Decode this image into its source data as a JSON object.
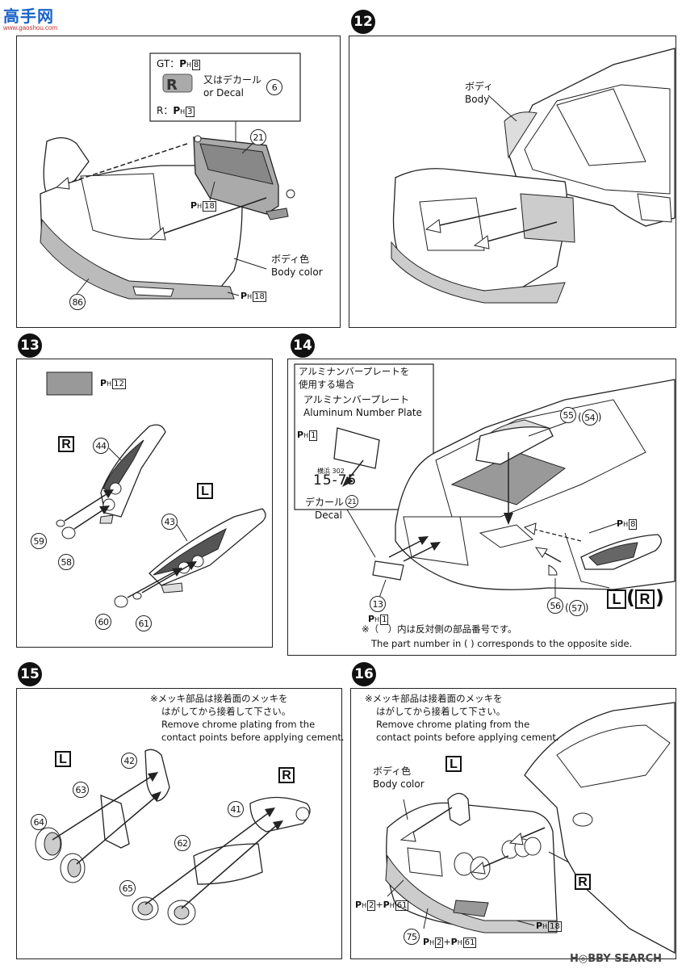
{
  "watermark": {
    "top": "高手网",
    "sub": "www.gaoshou.com"
  },
  "footer_watermark": "H◎BBY SEARCH",
  "step11": {
    "gt_label": "GT：",
    "gt_num": "8",
    "r_label": "R：",
    "r_num": "3",
    "or_decal_jp": "又はデカール",
    "or_decal_en": "or    Decal",
    "decal_num": "6",
    "part_21": "21",
    "ph18a": "18",
    "body_color_jp": "ボディ色",
    "body_color_en": "Body color",
    "part_86": "86",
    "ph18b": "18"
  },
  "step12": {
    "num": "12",
    "body_jp": "ボディ",
    "body_en": "Body"
  },
  "step13": {
    "num": "13",
    "ph12": "12",
    "R": "R",
    "L": "L",
    "p44": "44",
    "p43": "43",
    "p59": "59",
    "p58": "58",
    "p60": "60",
    "p61": "61"
  },
  "step14": {
    "num": "14",
    "box_title_1": "アルミナンバープレートを",
    "box_title_2": "使用する場合",
    "alu_jp": "アルミナンバープレート",
    "alu_en": "Aluminum Number Plate",
    "ph1a": "1",
    "plate_small": "横浜 302",
    "plate_big": "15-75",
    "decal_jp": "デカール",
    "decal_en": "Decal",
    "decal_num": "21",
    "p55": "55",
    "p54": "54",
    "ph8": "8",
    "p13": "13",
    "ph1b": "1",
    "p56": "56",
    "p57": "57",
    "LR_L": "L",
    "LR_R": "R",
    "note_jp": "※（　）内は反対側の部品番号です。",
    "note_en": "The part number in  (    )  corresponds to the opposite side."
  },
  "step15": {
    "num": "15",
    "note_jp1": "※メッキ部品は接着面のメッキを",
    "note_jp2": "はがしてから接着して下さい。",
    "note_en1": "Remove chrome plating from the",
    "note_en2": "contact points before applying cement.",
    "L": "L",
    "R": "R",
    "p42": "42",
    "p63": "63",
    "p64": "64",
    "p41": "41",
    "p62": "62",
    "p65": "65"
  },
  "step16": {
    "num": "16",
    "note_jp1": "※メッキ部品は接着面のメッキを",
    "note_jp2": "はがしてから接着して下さい。",
    "note_en1": "Remove chrome plating from the",
    "note_en2": "contact points before applying cement.",
    "body_color_jp": "ボディ色",
    "body_color_en": "Body color",
    "L": "L",
    "R": "R",
    "ph2a": "2",
    "ph61a": "61",
    "p75": "75",
    "ph2b": "2",
    "ph61b": "61",
    "ph18": "18"
  },
  "ph_prefix": "P",
  "ph_sub": "H"
}
